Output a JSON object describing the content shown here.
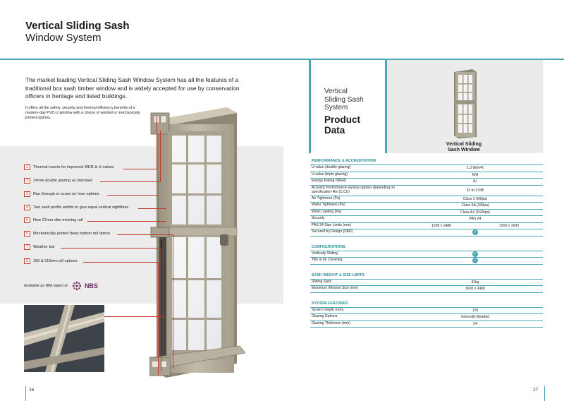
{
  "header": {
    "title_bold": "Vertical Sliding Sash",
    "title_light": "Window System"
  },
  "left_page": {
    "intro": "The market leading Vertical Sliding Sash Window System has all the features of a traditional box sash timber window and is widely accepted for use by conservation officers in heritage and listed buildings.",
    "sub_intro": "It offers all the safety, security and thermal efficiency benefits of a modern-day PVC-U window with a choice of welded or mechanically jointed options.",
    "features": [
      {
        "num": "1",
        "text": "Thermal inserts for improved WER & U-values"
      },
      {
        "num": "2",
        "text": "24mm double glazing as standard"
      },
      {
        "num": "3",
        "text": "Run through or screw on horn options"
      },
      {
        "num": "4",
        "text": "Two sash profile widths to give equal vertical sightlines"
      },
      {
        "num": "5",
        "text": "New 37mm slim meeting rail"
      },
      {
        "num": "6",
        "text": "Mechanically jointed deep bottom rail option"
      },
      {
        "num": "7",
        "text": "Weather bar"
      },
      {
        "num": "8",
        "text": "150 & 210mm cill options"
      }
    ],
    "bim_label": "Available as BIM object at",
    "bim_brand": "NBS",
    "page_number": "26"
  },
  "right_page": {
    "heading_sub": [
      "Vertical",
      "Sliding Sash",
      "System"
    ],
    "heading_main": [
      "Product",
      "Data"
    ],
    "product_caption": [
      "Vertical Sliding",
      "Sash Window"
    ],
    "page_number": "27",
    "sections": [
      {
        "title": "PERFORMANCE & ACCREDITATION",
        "rows": [
          {
            "key": "U-value (double glazing)",
            "value": "1.3 W/m²K"
          },
          {
            "key": "U-value (triple glazing)",
            "value": "N/A"
          },
          {
            "key": "Energy Rating (WER)",
            "value": "A+"
          },
          {
            "key": "Acoustic Performance-various options depending on specification-Rw (C;Ctr)",
            "value": "32 to 37dB",
            "tall": true
          },
          {
            "key": "Air Tightness (Pa)",
            "value": "Class 3 600pa)"
          },
          {
            "key": "Water Tightness (Pa)",
            "value": "Class 5A (300pa)"
          },
          {
            "key": "Wind Loading (Pa)",
            "value": "Class A4 (1600pa)"
          },
          {
            "key": "Security",
            "value": "PAS 24"
          },
          {
            "key": "PAS 24 Size Limits (mm)",
            "value": "1200 x 1480",
            "value2": "1200 x 1600"
          },
          {
            "key": "Secured by Design (SBD)",
            "tick": true
          }
        ]
      },
      {
        "title": "CONFIGURATIONS",
        "rows": [
          {
            "key": "Vertically Sliding",
            "tick": true
          },
          {
            "key": "Tilts in for Cleaning",
            "tick": true
          }
        ]
      },
      {
        "title": "SASH WEIGHT & SIZE LIMITS",
        "rows": [
          {
            "key": "Sliding Sash",
            "value": "41kg"
          },
          {
            "key": "Maximum Window Size (mm)",
            "value": "1600 x 2400"
          }
        ]
      },
      {
        "title": "SYSTEM FEATURES",
        "rows": [
          {
            "key": "System Depth (mm)",
            "value": "126"
          },
          {
            "key": "Glazing Options",
            "value": "Internally Beaded"
          },
          {
            "key": "Glazing Thickness (mm)",
            "value": "24"
          }
        ]
      }
    ]
  },
  "colors": {
    "accent_teal": "#4aa7b3",
    "section_teal": "#2b8b98",
    "callout_red": "#c0392b",
    "frame_taupe": "#b3ab99",
    "nbs_purple": "#6b2b66"
  }
}
